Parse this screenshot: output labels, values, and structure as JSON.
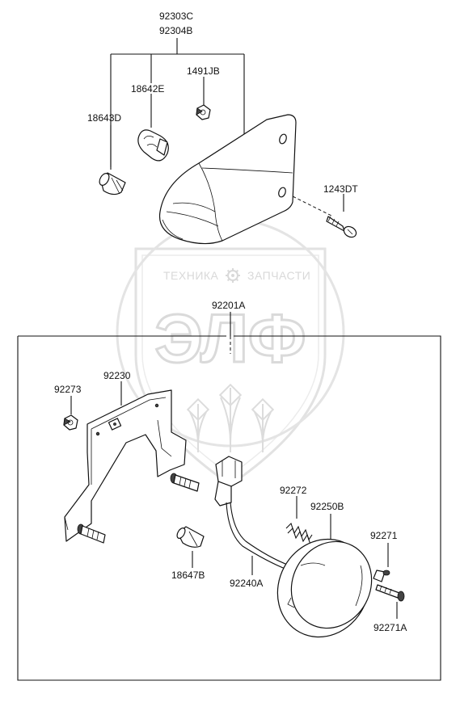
{
  "diagram": {
    "watermark": {
      "top_text_left": "ТЕХНИКА",
      "top_text_right": "ЗАПЧАСТИ",
      "big_text": "ЭЛФ",
      "gear_icon": "gear-icon"
    },
    "labels": {
      "p92303C": "92303C",
      "p92304B": "92304B",
      "p1491JB": "1491JB",
      "p18642E": "18642E",
      "p18643D": "18643D",
      "p1243DT": "1243DT",
      "p92201A": "92201A",
      "p92230": "92230",
      "p92273": "92273",
      "p92272": "92272",
      "p92250B": "92250B",
      "p92271": "92271",
      "p18647B": "18647B",
      "p92240A": "92240A",
      "p92271A": "92271A"
    }
  }
}
